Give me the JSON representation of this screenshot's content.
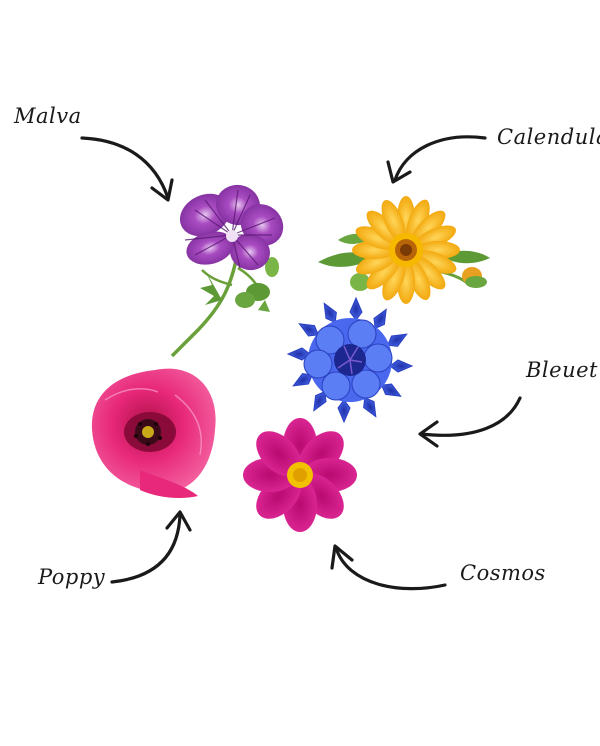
{
  "labels": {
    "malva": "Malva",
    "calendula": "Calendula",
    "bleuet": "Bleuet",
    "poppy": "Poppy",
    "cosmos": "Cosmos"
  },
  "colors": {
    "malva": "#9b3fb0",
    "malva_vein": "#5a1a72",
    "calendula": "#f4b400",
    "calendula_center": "#b8650a",
    "bleuet": "#3a55e0",
    "poppy": "#e0206e",
    "poppy_center": "#3a0a18",
    "cosmos": "#d41a8c",
    "cosmos_center": "#f2c200",
    "stem": "#6aa03a",
    "leaf": "#5d9a35",
    "arrow": "#1a1a1a"
  }
}
